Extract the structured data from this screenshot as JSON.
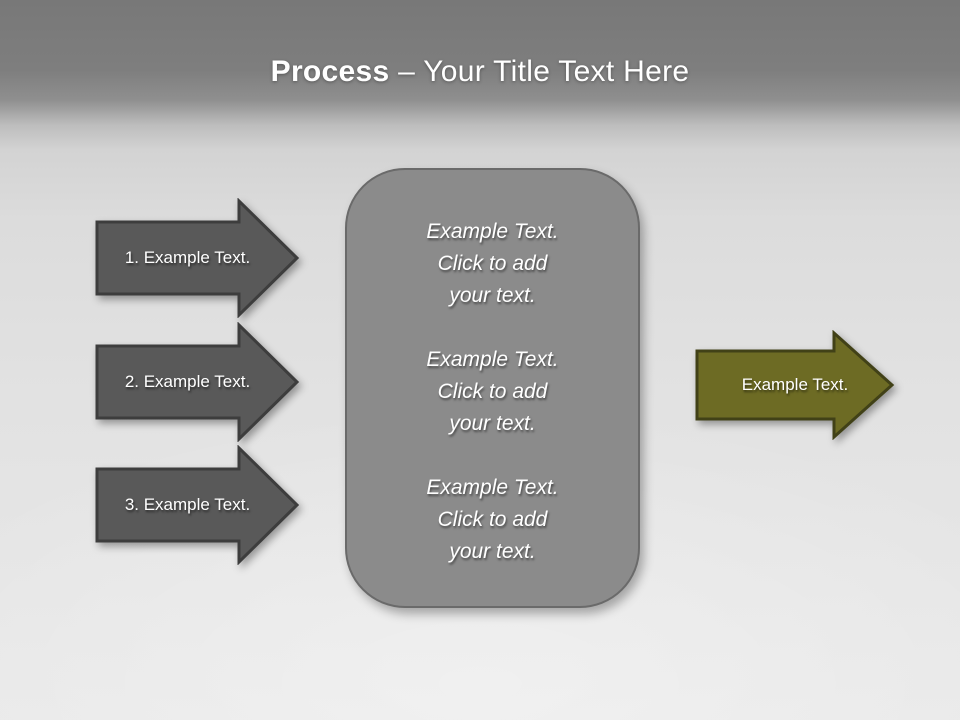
{
  "slide": {
    "title": {
      "bold": "Process",
      "rest": " – Your Title Text Here"
    }
  },
  "left_arrows": [
    {
      "label": "1. Example Text."
    },
    {
      "label": "2. Example Text."
    },
    {
      "label": "3. Example Text."
    }
  ],
  "center_box": {
    "paragraphs": [
      "Example Text.\nClick  to add\nyour text.",
      "Example Text.\nClick  to add\nyour text.",
      "Example Text.\nClick  to add\nyour text."
    ]
  },
  "right_arrow": {
    "label": "Example Text."
  },
  "colors": {
    "header_gray": "#7c7c7c",
    "arrow_fill": "#595959",
    "arrow_border": "#3d3d3d",
    "box_fill": "#8b8b8b",
    "box_border": "#6a6a6a",
    "olive_fill": "#6d6b24",
    "olive_border": "#414117",
    "text_white": "#ffffff"
  }
}
